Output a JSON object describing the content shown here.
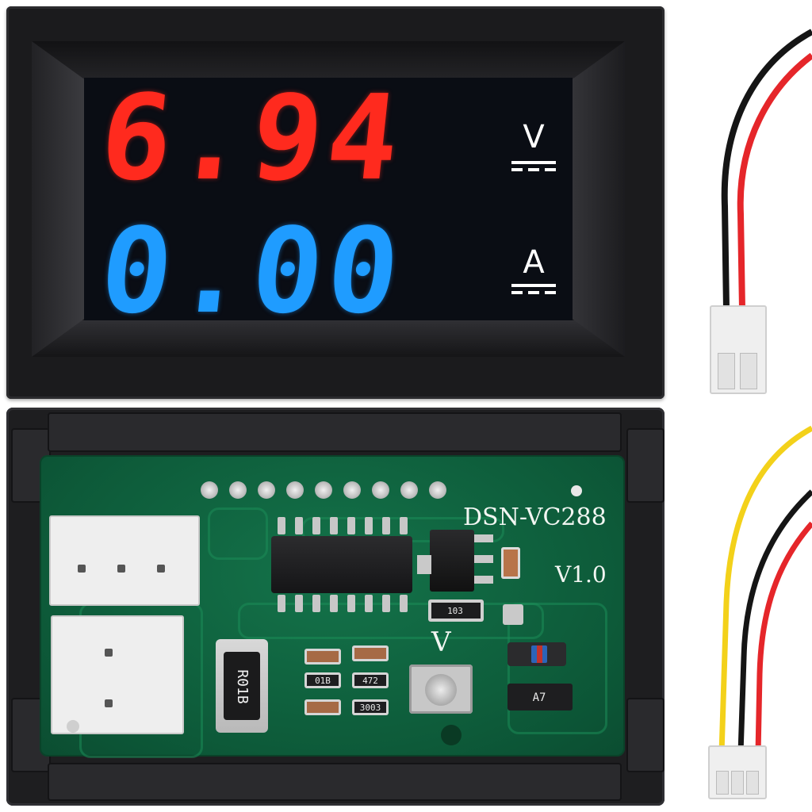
{
  "front_display": {
    "voltage_reading": "6.94",
    "voltage_unit": "V",
    "current_reading": "0.00",
    "current_unit": "A"
  },
  "pcb": {
    "model": "DSN-VC288",
    "version": "V1.0",
    "trimpot_label": "V",
    "shunt_code": "R01B",
    "smd_codes": [
      "103",
      "01B",
      "472",
      "3003",
      "A7"
    ]
  },
  "colors": {
    "voltage_digits": "#ff2a1e",
    "current_digits": "#1f9cff",
    "pcb": "#0d5a39",
    "case": "#1b1b1d",
    "wire_red": "#e5262a",
    "wire_black": "#151515",
    "wire_yellow": "#f3d11a"
  },
  "cables": {
    "top": [
      "black",
      "red"
    ],
    "bottom": [
      "yellow",
      "black",
      "red"
    ]
  }
}
